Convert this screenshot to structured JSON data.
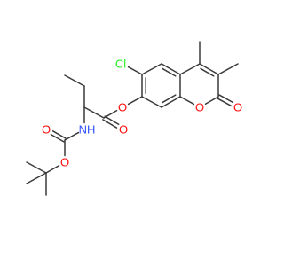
{
  "molecule": {
    "atoms": [
      {
        "id": "C1",
        "element": "C"
      },
      {
        "id": "C2",
        "element": "C"
      },
      {
        "id": "C3",
        "element": "C"
      },
      {
        "id": "C4",
        "element": "C"
      },
      {
        "id": "C5",
        "element": "C"
      },
      {
        "id": "C6",
        "element": "C"
      },
      {
        "id": "C7",
        "element": "C"
      },
      {
        "id": "C8",
        "element": "C"
      },
      {
        "id": "C9",
        "element": "C"
      },
      {
        "id": "C10",
        "element": "C"
      },
      {
        "id": "O_ring",
        "element": "O",
        "label": "O"
      },
      {
        "id": "O_carb",
        "element": "O",
        "label": "O"
      },
      {
        "id": "Cl",
        "element": "Cl",
        "label": "Cl"
      },
      {
        "id": "Me1",
        "element": "C"
      },
      {
        "id": "Me2",
        "element": "C"
      },
      {
        "id": "O_est",
        "element": "O",
        "label": "O"
      },
      {
        "id": "C_est",
        "element": "C"
      },
      {
        "id": "O_est2",
        "element": "O",
        "label": "O"
      },
      {
        "id": "C_alpha",
        "element": "C"
      },
      {
        "id": "C_eth1",
        "element": "C"
      },
      {
        "id": "C_eth2",
        "element": "C"
      },
      {
        "id": "N",
        "element": "N",
        "label": "NH"
      },
      {
        "id": "C_boc",
        "element": "C"
      },
      {
        "id": "O_boc1",
        "element": "O",
        "label": "O"
      },
      {
        "id": "O_boc2",
        "element": "O",
        "label": "O"
      },
      {
        "id": "C_t",
        "element": "C"
      },
      {
        "id": "C_tm1",
        "element": "C"
      },
      {
        "id": "C_tm2",
        "element": "C"
      },
      {
        "id": "C_tm3",
        "element": "C"
      }
    ],
    "bonds": [
      [
        "C1",
        "C2",
        1
      ],
      [
        "C2",
        "C3",
        2
      ],
      [
        "C3",
        "C4",
        1
      ],
      [
        "C4",
        "C9",
        2
      ],
      [
        "C9",
        "C10",
        1
      ],
      [
        "C10",
        "C1",
        1
      ],
      [
        "C1",
        "C6",
        2
      ],
      [
        "C6",
        "C7",
        1
      ],
      [
        "C7",
        "C8",
        2
      ],
      [
        "C8",
        "C9",
        1
      ],
      [
        "C4",
        "O_ring",
        1
      ],
      [
        "O_ring",
        "C5",
        1
      ],
      [
        "C5",
        "O_carb",
        2
      ],
      [
        "C5",
        "C10",
        1
      ],
      [
        "C3",
        "Cl",
        1
      ],
      [
        "C10",
        "Me1",
        1
      ],
      [
        "C9",
        "Me2",
        1
      ],
      [
        "C2",
        "O_est",
        1
      ],
      [
        "O_est",
        "C_est",
        1
      ],
      [
        "C_est",
        "O_est2",
        2
      ],
      [
        "C_est",
        "C_alpha",
        1
      ],
      [
        "C_alpha",
        "C_eth1",
        1
      ],
      [
        "C_eth1",
        "C_eth2",
        1
      ],
      [
        "C_alpha",
        "N",
        1
      ],
      [
        "N",
        "C_boc",
        1
      ],
      [
        "C_boc",
        "O_boc1",
        2
      ],
      [
        "C_boc",
        "O_boc2",
        1
      ],
      [
        "O_boc2",
        "C_t",
        1
      ],
      [
        "C_t",
        "C_tm1",
        1
      ],
      [
        "C_t",
        "C_tm2",
        1
      ],
      [
        "C_t",
        "C_tm3",
        1
      ]
    ],
    "colors": {
      "bond": "#3a3a3a",
      "O": "#ff0d0d",
      "N": "#3050f8",
      "Cl": "#1ff01f"
    }
  }
}
